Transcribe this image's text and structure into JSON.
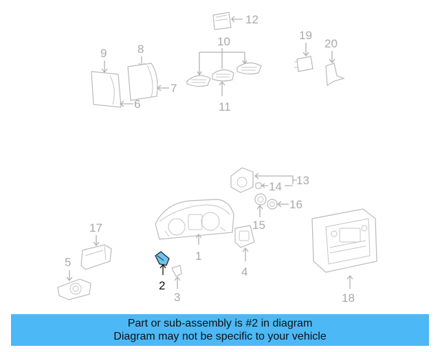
{
  "diagram": {
    "callouts": {
      "c1": "1",
      "c2": "2",
      "c3": "3",
      "c4": "4",
      "c5": "5",
      "c6": "6",
      "c7": "7",
      "c8": "8",
      "c9": "9",
      "c10": "10",
      "c11": "11",
      "c12": "12",
      "c13": "13",
      "c14": "14",
      "c15": "15",
      "c16": "16",
      "c17": "17",
      "c18": "18",
      "c19": "19",
      "c20": "20"
    },
    "highlighted_part": "2",
    "colors": {
      "ghost_line": "#b9b9b9",
      "highlight_fill": "#6cc3ee",
      "highlight_text": "#111111"
    }
  },
  "footer": {
    "line1": "Part or sub-assembly is #2 in diagram",
    "line2": "Diagram may not be specific to your vehicle",
    "background": "#4cb8f5"
  }
}
